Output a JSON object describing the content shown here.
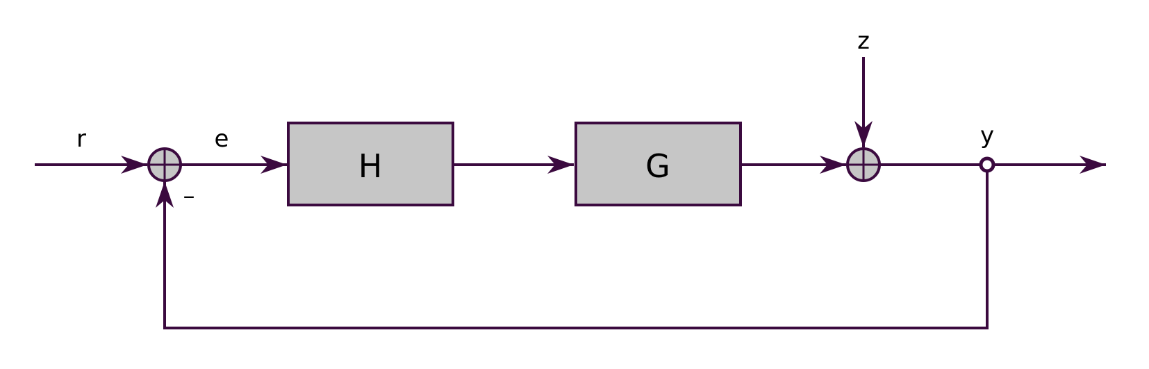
{
  "colors": {
    "line": "#3b0a3f",
    "block_fill": "#c6c6c6",
    "junction_fill": "#c6c6c6",
    "text": "#000000",
    "background": "#ffffff"
  },
  "blocks": {
    "controller": {
      "label": "H"
    },
    "plant": {
      "label": "G"
    }
  },
  "signals": {
    "reference": "r",
    "error": "e",
    "disturbance": "z",
    "output": "y",
    "feedback_sign": "–"
  }
}
